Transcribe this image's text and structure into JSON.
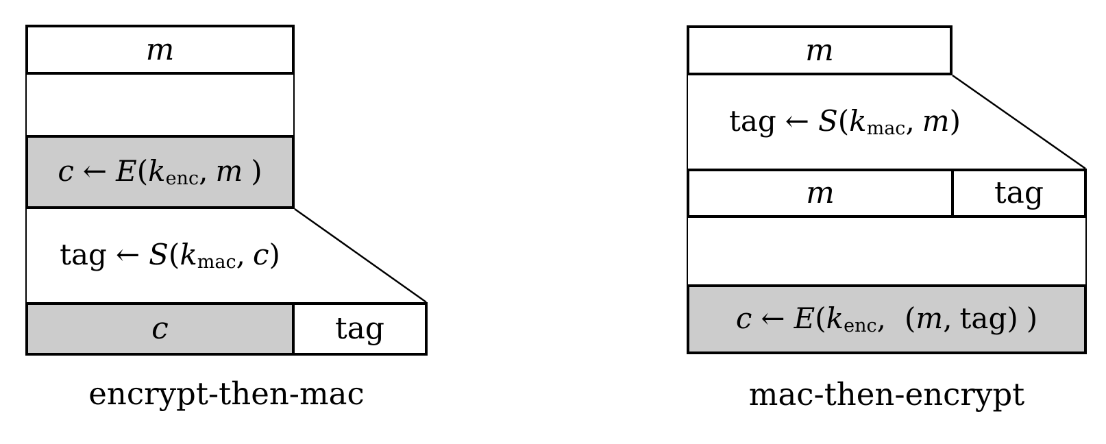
{
  "colors": {
    "step_fill_gray": "#cccccc",
    "line_black": "#000000",
    "background_white": "#ffffff"
  },
  "left_diagram": {
    "caption": "encrypt-then-mac",
    "message_box_label": "m",
    "encrypt_formula": {
      "lhs": "c",
      "arrow": "←",
      "fn": "E",
      "open": "(",
      "key": "k",
      "key_sub": "enc",
      "comma": ",",
      "arg": "m",
      "close": ")"
    },
    "mac_formula": {
      "lhs": "tag",
      "arrow": "←",
      "fn": "S",
      "open": "(",
      "key": "k",
      "key_sub": "mac",
      "comma": ",",
      "arg": "c",
      "close": ")"
    },
    "output_row": {
      "cipher_label": "c",
      "tag_label": "tag"
    }
  },
  "right_diagram": {
    "caption": "mac-then-encrypt",
    "message_box_label": "m",
    "mac_formula": {
      "lhs": "tag",
      "arrow": "←",
      "fn": "S",
      "open": "(",
      "key": "k",
      "key_sub": "mac",
      "comma": ",",
      "arg": "m",
      "close": ")"
    },
    "mid_row": {
      "message_label": "m",
      "tag_label": "tag"
    },
    "encrypt_formula": {
      "lhs": "c",
      "arrow": "←",
      "fn": "E",
      "open": "(",
      "key": "k",
      "key_sub": "enc",
      "comma": ",",
      "tuple_open": "(",
      "arg1": "m",
      "tuple_comma": ",",
      "arg2": "tag",
      "tuple_close": ")",
      "close": ")"
    }
  }
}
